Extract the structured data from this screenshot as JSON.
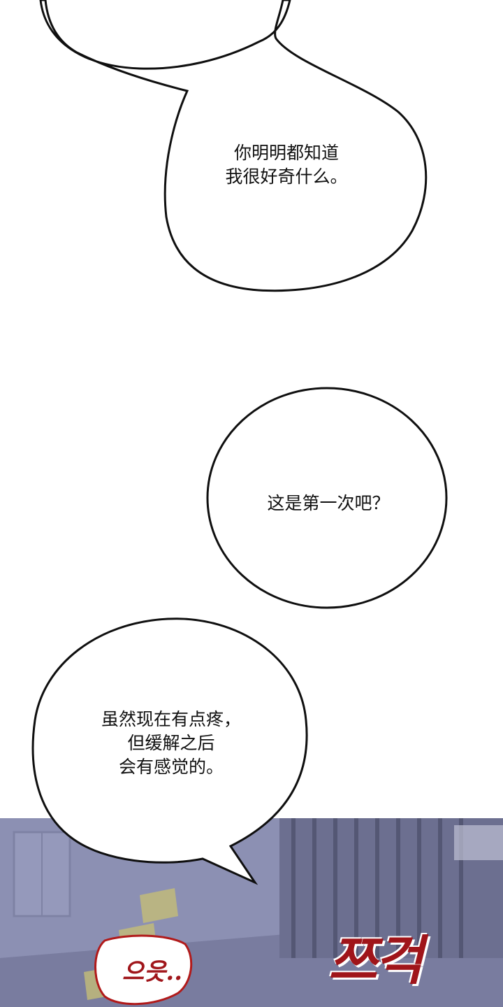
{
  "bubbles": {
    "top": "你明明都知道\n我很好奇什么。",
    "middle": "这是第一次吧？",
    "bottom": "虽然现在有点疼，\n但缓解之后\n会有感觉的。"
  },
  "sfx": {
    "left": "으읏..",
    "right": "쯔걱"
  }
}
